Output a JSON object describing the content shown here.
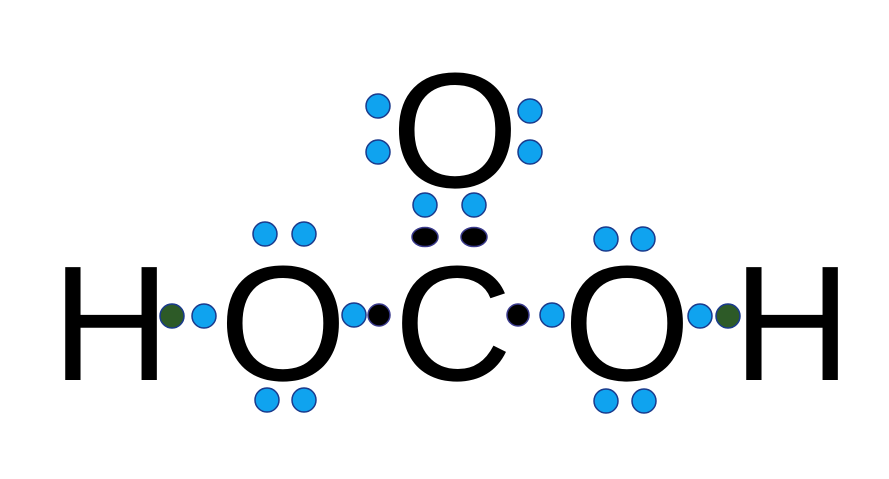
{
  "molecule": {
    "atoms": {
      "h_left": "H",
      "o_left": "O",
      "o_top": "O",
      "carbon": "C",
      "o_right": "O",
      "h_right": "H"
    },
    "colors": {
      "atom_text": "#000000",
      "oxygen_electron": "#0fa3ef",
      "carbon_electron": "#000000",
      "hydrogen_electron": "#2d5a27",
      "electron_outline": "#1a3a8c"
    },
    "electron_groups": {
      "o_top_left_lone_pair": "oxygen_electron",
      "o_top_right_lone_pair": "oxygen_electron",
      "o_top_bonding_pair": "oxygen_electron",
      "c_top_bonding_pair": "carbon_electron",
      "o_left_top_lone_pair": "oxygen_electron",
      "o_left_bottom_lone_pair": "oxygen_electron",
      "o_right_top_lone_pair": "oxygen_electron",
      "o_right_bottom_lone_pair": "oxygen_electron",
      "h_left_bond": "hydrogen_electron",
      "o_left_h_bond": "oxygen_electron",
      "o_left_c_bond": "oxygen_electron",
      "c_left_bond": "carbon_electron",
      "c_right_bond": "carbon_electron",
      "o_right_c_bond": "oxygen_electron",
      "o_right_h_bond": "oxygen_electron",
      "h_right_bond": "hydrogen_electron"
    }
  }
}
